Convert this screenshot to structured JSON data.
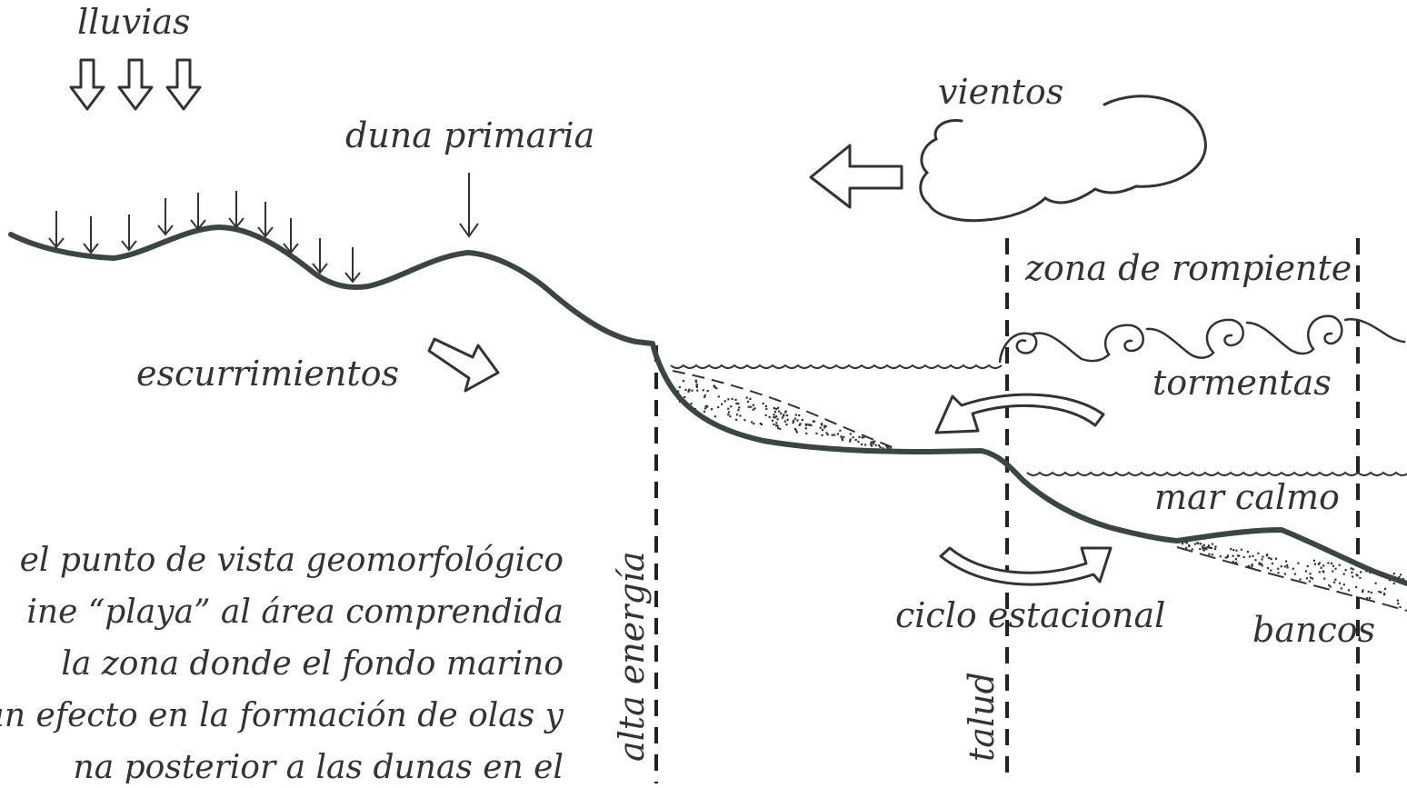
{
  "labels": {
    "lluvias": "lluvias",
    "duna_primaria": "duna primaria",
    "vientos": "vientos",
    "escurrimientos": "escurrimientos",
    "zona_de_rompiente": "zona de rompiente",
    "tormentas": "tormentas",
    "mar_calmo": "mar calmo",
    "ciclo_estacional": "ciclo estacional",
    "bancos": "bancos",
    "alta_energia": "alta energía",
    "talud": "talud"
  },
  "body_text": [
    "el punto de vista geomorfológico",
    "ine “playa” al área comprendida",
    "la zona donde el fondo marino",
    "un efecto en la formación de olas y",
    "na posterior a las dunas en el"
  ],
  "colors": {
    "ink": "#333333",
    "profile": "#3a4644",
    "background": "#ffffff"
  }
}
